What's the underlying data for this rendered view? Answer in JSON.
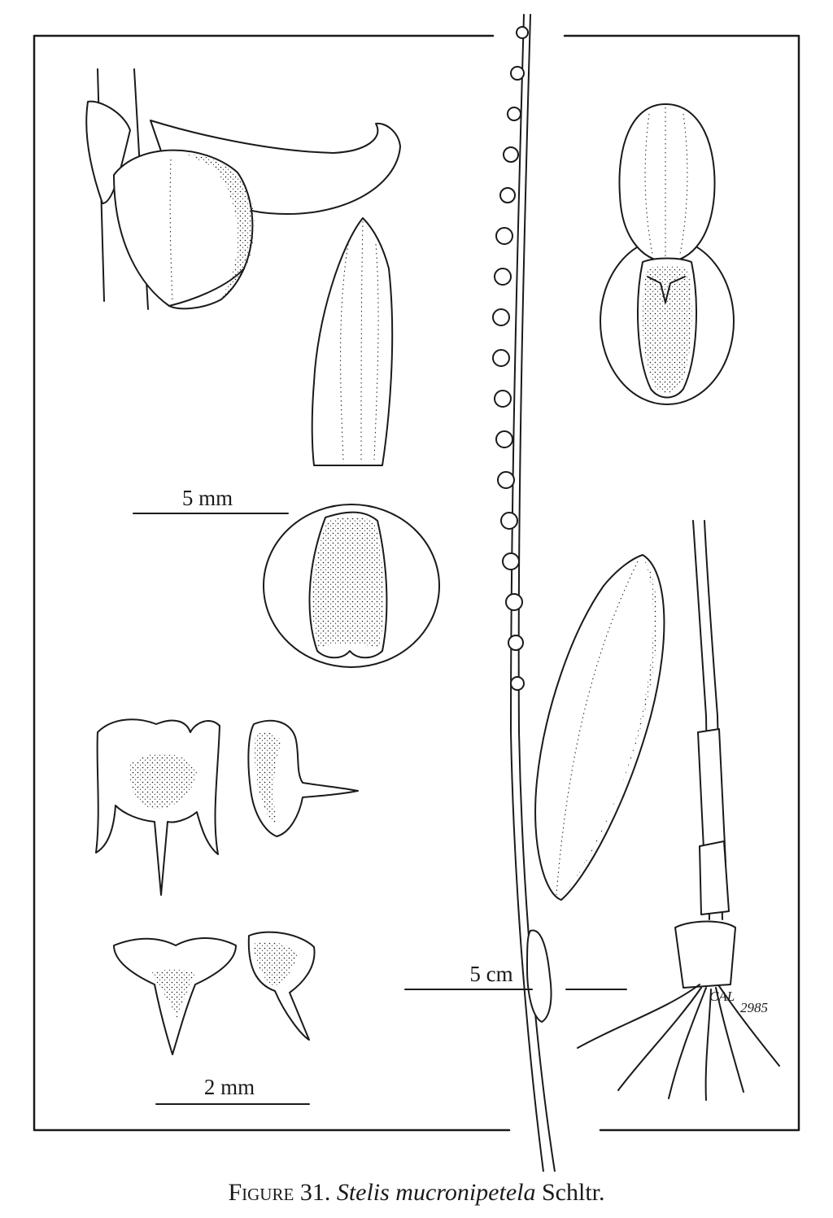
{
  "scale_bars": {
    "sepal_scale": "5 mm",
    "petal_scale": "2 mm",
    "habit_scale": "5 cm"
  },
  "artist_mark": {
    "collector": "CAL",
    "number": "2985"
  },
  "caption": {
    "figure_word": "Figure",
    "figure_number": "31.",
    "species": "Stelis mucronipetela",
    "author": "Schltr."
  },
  "colors": {
    "ink": "#1a1a1a",
    "paper": "#ffffff"
  }
}
